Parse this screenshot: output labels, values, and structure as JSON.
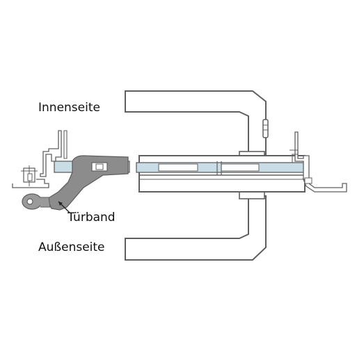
{
  "labels": {
    "inside": "Innenseite",
    "hinge": "Türband",
    "outside": "Außenseite"
  },
  "colors": {
    "line": "#5f5f5f",
    "glass": "#c8dde6",
    "hinge_fill": "#8c8c8c",
    "background": "#ffffff"
  }
}
